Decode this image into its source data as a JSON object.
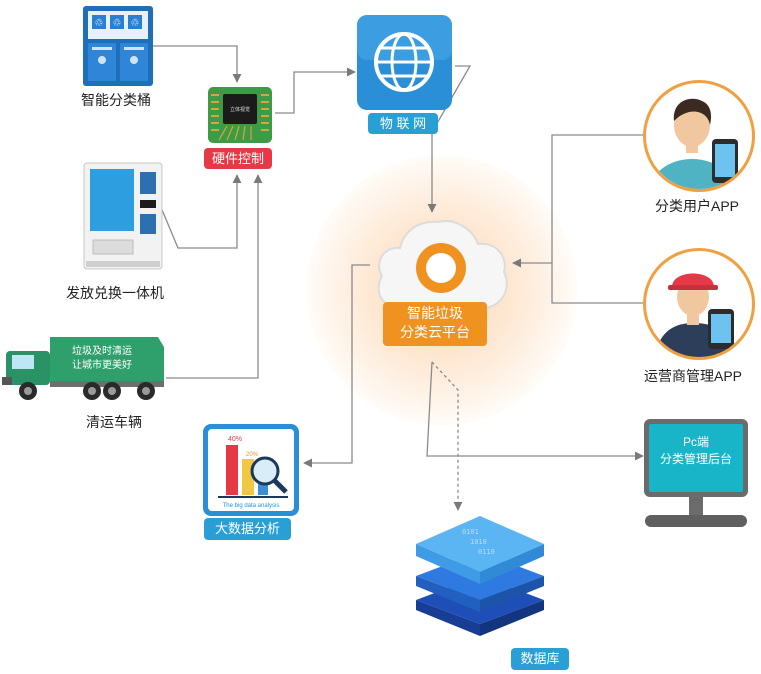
{
  "nodes": {
    "smart_bin": "智能分类桶",
    "hardware": "硬件控制",
    "vending": "发放兑换一体机",
    "truck": "清运车辆",
    "iot": "物 联 网",
    "cloud_line1": "智能垃圾",
    "cloud_line2": "分类云平台",
    "user_app": "分类用户APP",
    "operator_app": "运营商管理APP",
    "pc_line1": "Pc端",
    "pc_line2": "分类管理后台",
    "big_data": "大数据分析",
    "database": "数据库"
  },
  "graphics": {
    "truck_slogan_1": "垃圾及时清运",
    "truck_slogan_2": "让城市更美好",
    "chip_text": "立体视觉",
    "bigdata_pct_1": "40%",
    "bigdata_pct_2": "20%",
    "bigdata_caption": "The big data analysis"
  },
  "colors": {
    "tag_red": "#e63946",
    "tag_blue": "#2a9fd6",
    "tag_orange": "#f0921f",
    "connector": "#8a8a8a"
  }
}
